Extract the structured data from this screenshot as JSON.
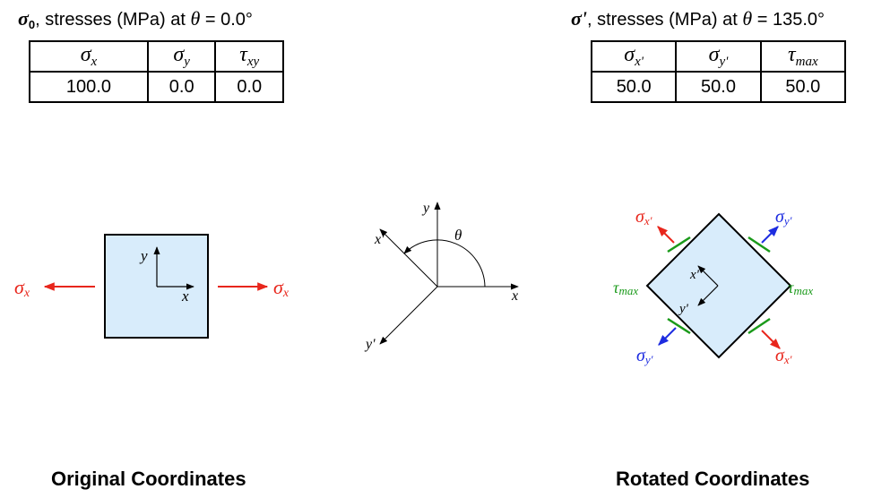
{
  "left": {
    "title_symbol": "σ",
    "title_sub": "0",
    "title_text": ", stresses (MPa) at ",
    "theta": "θ",
    "title_angle": " = 0.0°",
    "headers": [
      {
        "sym": "σ",
        "sub": "x"
      },
      {
        "sym": "σ",
        "sub": "y"
      },
      {
        "sym": "τ",
        "sub": "xy"
      }
    ],
    "values": [
      "100.0",
      "0.0",
      "0.0"
    ],
    "caption": "Original Coordinates"
  },
  "right": {
    "title_symbol": "σ'",
    "title_text": ", stresses (MPa) at ",
    "theta": "θ",
    "title_angle": " = 135.0°",
    "headers": [
      {
        "sym": "σ",
        "sub": "x'"
      },
      {
        "sym": "σ",
        "sub": "y'"
      },
      {
        "sym": "τ",
        "sub": "max"
      }
    ],
    "values": [
      "50.0",
      "50.0",
      "50.0"
    ],
    "caption": "Rotated Coordinates"
  },
  "diagram": {
    "sigma": "σ",
    "tau": "τ",
    "x": "x",
    "y": "y",
    "sub_x": "x",
    "sub_xp": "x'",
    "sub_yp": "y'",
    "sub_max": "max",
    "xp": "x'",
    "yp": "y'",
    "theta": "θ"
  },
  "colors": {
    "red": "#e8261c",
    "blue": "#1d2ce0",
    "green": "#1a9a1a",
    "fill": "#d8ecfb"
  }
}
